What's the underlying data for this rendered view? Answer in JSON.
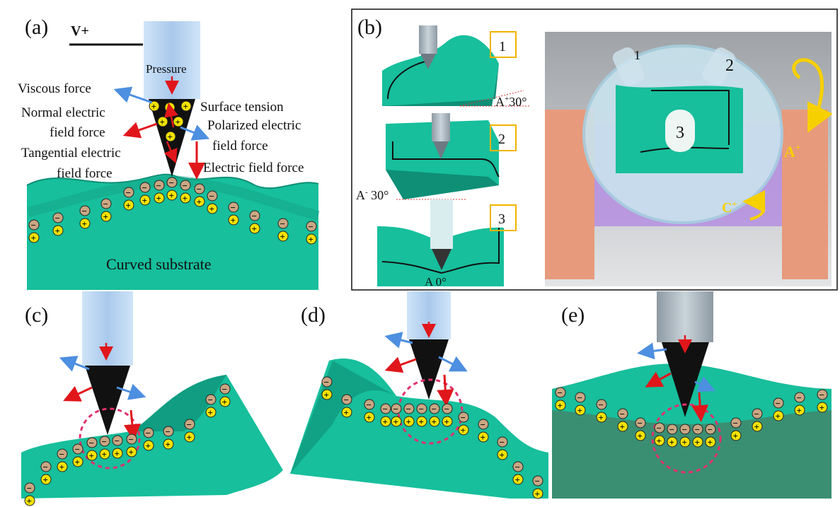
{
  "panels": {
    "a": {
      "letter": "(a)",
      "voltage": "V+",
      "pressure": "Pressure",
      "forces": {
        "viscous": "Viscous force",
        "normal_1": "Normal electric",
        "normal_2": "field force",
        "surface_tension": "Surface tension",
        "polarized_1": "Polarized electric",
        "polarized_2": "field force",
        "tangential_1": "Tangential electric",
        "tangential_2": "field force",
        "electric": "Electric field force"
      },
      "substrate": "Curved substrate"
    },
    "b": {
      "letter": "(b)",
      "steps": [
        "1",
        "2",
        "3"
      ],
      "angles": {
        "a_plus": "A",
        "a_plus_sup": "+",
        "a_plus_val": "30°",
        "a_minus": "A",
        "a_minus_sup": "-",
        "a_minus_val": " 30°",
        "a_zero": "A 0°"
      },
      "nozzles": [
        "1",
        "2",
        "3"
      ],
      "rotation_a": "A",
      "rotation_a_sup": "+",
      "rotation_c": "C",
      "rotation_c_sup": "+"
    },
    "c": {
      "letter": "(c)"
    },
    "d": {
      "letter": "(d)"
    },
    "e": {
      "letter": "(e)"
    }
  },
  "colors": {
    "substrate": "#17bf9c",
    "substrate_dark": "#0e8f76",
    "substrate_e": "#3a8f73",
    "nozzle": "#b9d8f4",
    "nozzle_shade": "#8fb7de",
    "charge_pos": "#f4e300",
    "charge_neg": "#c9a783",
    "arrow_red": "#e0161b",
    "arrow_blue": "#4d8fe0",
    "dashed_circle": "#e0306e",
    "step_box": "#f0b400",
    "rotation_arrow": "#f7d000",
    "fixture_orange": "#e79a7c",
    "fixture_purple": "#b58ee0"
  }
}
